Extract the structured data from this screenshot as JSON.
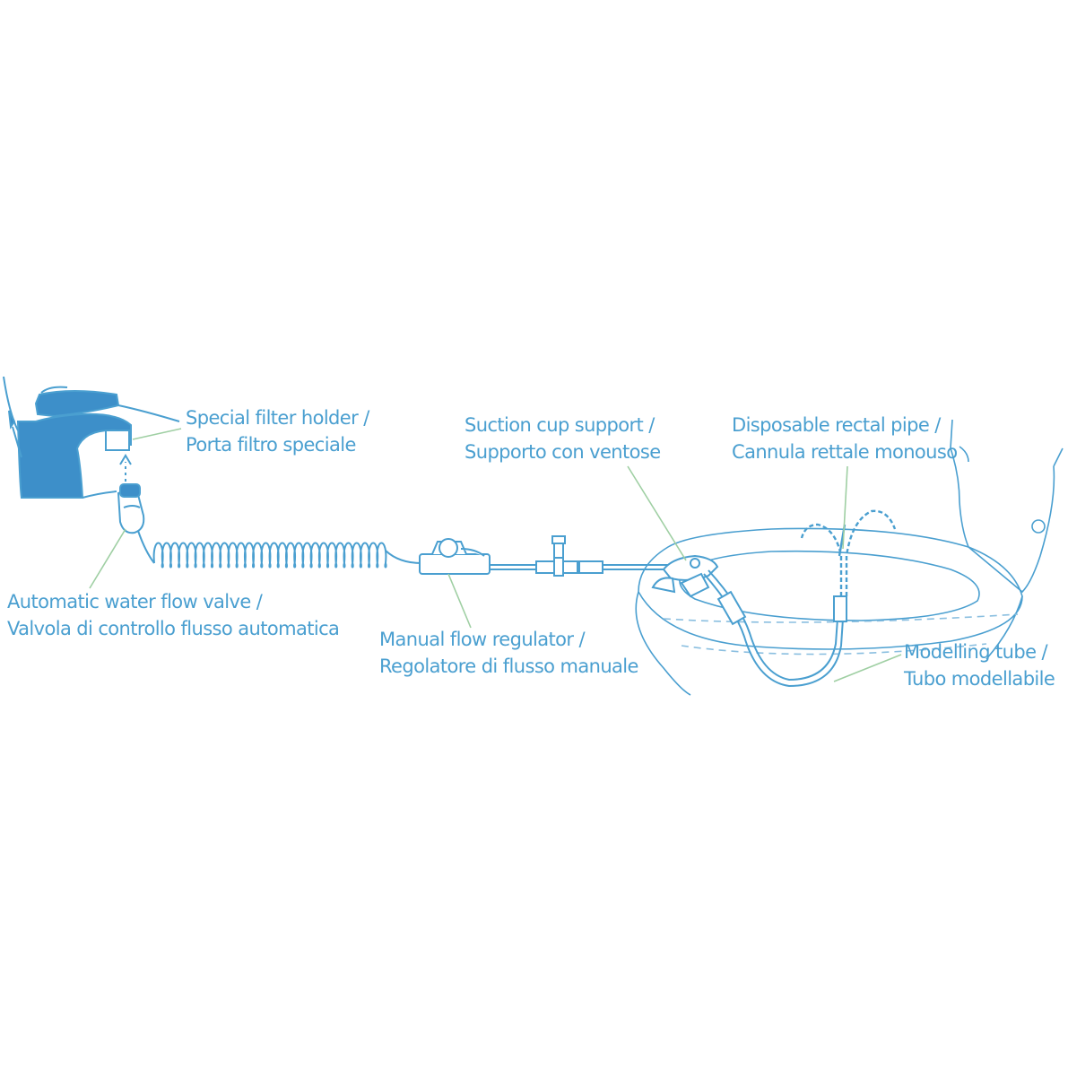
{
  "colors": {
    "line": "#4a9fd0",
    "fill": "#3d8fc9",
    "leader": "#9fcfa3",
    "text": "#4a9fd0",
    "dash": "#8bbfe0"
  },
  "labels": {
    "filter_holder": {
      "en": "Special filter holder /",
      "it": "Porta filtro speciale"
    },
    "flow_valve": {
      "en": "Automatic water flow valve /",
      "it": "Valvola di controllo flusso automatica"
    },
    "flow_regulator": {
      "en": "Manual flow regulator /",
      "it": "Regolatore di flusso manuale"
    },
    "suction_cup": {
      "en": "Suction cup support /",
      "it": "Supporto con ventose"
    },
    "rectal_pipe": {
      "en": "Disposable rectal pipe /",
      "it": "Cannula rettale monouso"
    },
    "modelling_tube": {
      "en": "Modelling tube /",
      "it": "Tubo modellabile"
    }
  }
}
